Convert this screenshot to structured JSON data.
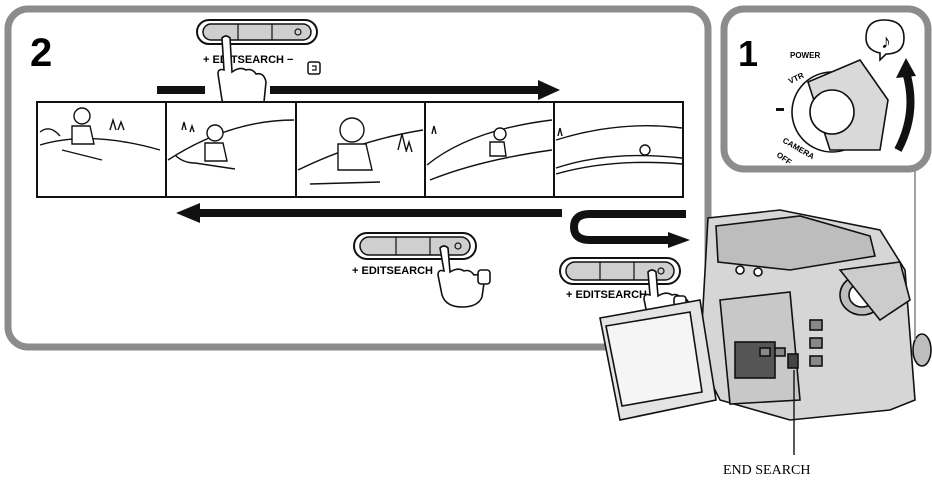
{
  "step2": {
    "number": "2",
    "button_top": "+ EDITSEARCH −",
    "button_mid": "+ EDITSEARCH",
    "button_right": "+ EDITSEARCH"
  },
  "step1": {
    "number": "1",
    "power_label": "POWER",
    "vtr_label": "VTR",
    "camera_label": "CAMERA",
    "off_label": "OFF",
    "note_icon": "♪"
  },
  "camcorder": {
    "end_search_label": "END SEARCH"
  },
  "colors": {
    "panel_border": "#8c8c8c",
    "ink": "#111111"
  }
}
